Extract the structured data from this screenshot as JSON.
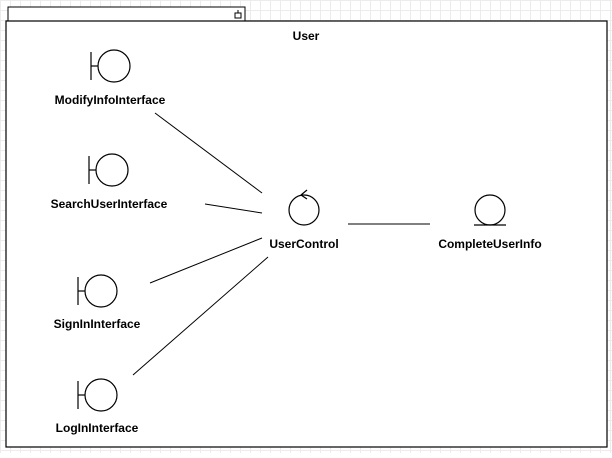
{
  "package": {
    "name": "User"
  },
  "boundaries": [
    {
      "id": "modify",
      "label": "ModifyInfoInterface"
    },
    {
      "id": "search",
      "label": "SearchUserInterface"
    },
    {
      "id": "signin",
      "label": "SignInInterface"
    },
    {
      "id": "login",
      "label": "LogInInterface"
    }
  ],
  "control": {
    "id": "control",
    "label": "UserControl"
  },
  "entity": {
    "id": "entity",
    "label": "CompleteUserInfo"
  },
  "colors": {
    "stroke": "#000000",
    "background": "#ffffff",
    "grid": "#ececec"
  }
}
